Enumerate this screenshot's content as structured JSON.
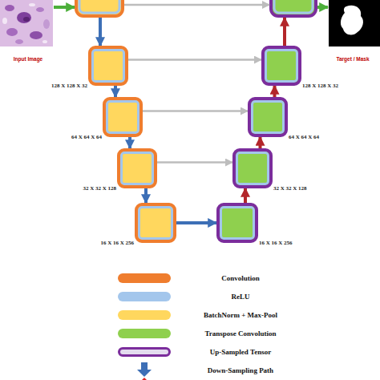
{
  "diagram": {
    "nodes": [
      {
        "text": [
          "Input Image"
        ]
      },
      {
        "text": [
          "Target / Mask"
        ]
      },
      {
        "text": [
          "128 X 128 X 32"
        ]
      },
      {
        "text": [
          "128 X 128 X 32"
        ]
      },
      {
        "text": [
          "64 X 64 X 64"
        ]
      },
      {
        "text": [
          "64 X 64 X 64"
        ]
      },
      {
        "text": [
          "32 X 32 X 128"
        ]
      },
      {
        "text": [
          "32 X 32 X 128"
        ]
      },
      {
        "text": [
          "16 X 16 X 256"
        ]
      },
      {
        "text": [
          "16 X 16 X 256"
        ]
      }
    ],
    "edges": [
      {
        "from": 2,
        "to": 4,
        "arrow": "to"
      },
      {
        "from": 4,
        "to": 6,
        "arrow": "to"
      },
      {
        "from": 6,
        "to": 8,
        "arrow": "to"
      },
      {
        "from": 8,
        "to": 9,
        "arrow": "to"
      },
      {
        "from": 9,
        "to": 7,
        "arrow": "to"
      },
      {
        "from": 7,
        "to": 5,
        "arrow": "to"
      },
      {
        "from": 5,
        "to": 3,
        "arrow": "to"
      },
      {
        "from": 2,
        "to": 3,
        "arrow": "to"
      },
      {
        "from": 4,
        "to": 5,
        "arrow": "to"
      },
      {
        "from": 6,
        "to": 7,
        "arrow": "to"
      }
    ],
    "legend": [
      {
        "text": "Convolution",
        "color": "#ef7d2e"
      },
      {
        "text": "ReLU",
        "color": "#a3c6ec"
      },
      {
        "text": "BatchNorm + Max-Pool",
        "color": "#ffd75e"
      },
      {
        "text": "Transpose Convolution",
        "color": "#8fd04e"
      },
      {
        "text": "Up-Sampled Tensor",
        "color": "#7b2d9c"
      },
      {
        "text": "Down-Sampling Path"
      }
    ]
  }
}
